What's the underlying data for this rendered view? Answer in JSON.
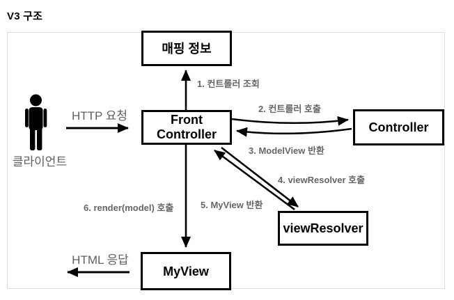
{
  "title": "V3 구조",
  "colors": {
    "box_border": "#000000",
    "arrow": "#000000",
    "label_gray": "#5f5f5f",
    "step_label_gray": "#666666",
    "frame_border": "#dcdcdc",
    "background": "#ffffff"
  },
  "actor": {
    "icon": "person-icon",
    "label": "클라이언트"
  },
  "nodes": {
    "mapping": {
      "label": "매핑 정보"
    },
    "front_controller": {
      "lines": [
        "Front",
        "Controller"
      ]
    },
    "controller": {
      "label": "Controller"
    },
    "view_resolver": {
      "label": "viewResolver"
    },
    "my_view": {
      "label": "MyView"
    }
  },
  "flows": {
    "http_request": "HTTP 요청",
    "step1": "1. 컨트롤러 조회",
    "step2": "2. 컨트롤러 호출",
    "step3": "3. ModelView 반환",
    "step4": "4. viewResolver 호출",
    "step5": "5. MyView 반환",
    "step6": "6. render(model) 호출",
    "html_response": "HTML 응답"
  }
}
